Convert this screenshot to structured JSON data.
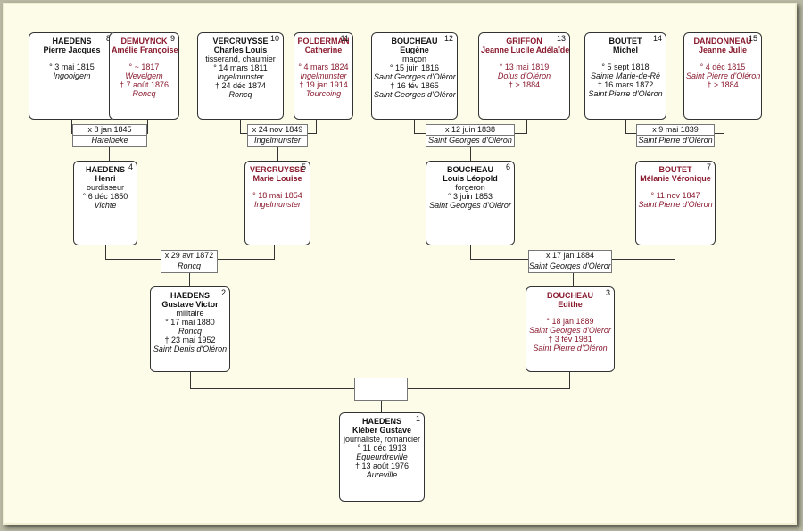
{
  "colors": {
    "male_text": "#111111",
    "female_text": "#8a1a2e",
    "line": "#333333",
    "background": "#fdfce8",
    "outer": "#b9b9a4"
  },
  "persons": {
    "p1": {
      "num": "1",
      "surname": "HAEDENS",
      "given": "Kléber Gustave",
      "occupation": "journaliste, romancier",
      "birth": "° 11 déc 1913",
      "birth_place": "Equeurdreville",
      "death": "† 13 août 1976",
      "death_place": "Aureville"
    },
    "p2": {
      "num": "2",
      "surname": "HAEDENS",
      "given": "Gustave Victor",
      "occupation": "militaire",
      "birth": "° 17 mai 1880",
      "birth_place": "Roncq",
      "death": "† 23 mai 1952",
      "death_place": "Saint Denis d'Oléron"
    },
    "p3": {
      "num": "3",
      "surname": "BOUCHEAU",
      "given": "Edithe",
      "birth": "° 18 jan 1889",
      "birth_place": "Saint Georges d'Oléror",
      "death": "† 3 fév 1981",
      "death_place": "Saint Pierre d'Oléron"
    },
    "p4": {
      "num": "4",
      "surname": "HAEDENS",
      "given": "Henri",
      "occupation": "ourdisseur",
      "birth": "° 6 déc 1850",
      "birth_place": "Vichte"
    },
    "p5": {
      "num": "5",
      "surname": "VERCRUYSSE",
      "given": "Marie Louise",
      "birth": "° 18 mai 1854",
      "birth_place": "Ingelmunster"
    },
    "p6": {
      "num": "6",
      "surname": "BOUCHEAU",
      "given": "Louis Léopold",
      "occupation": "forgeron",
      "birth": "° 3 juin 1853",
      "birth_place": "Saint Georges d'Oléror"
    },
    "p7": {
      "num": "7",
      "surname": "BOUTET",
      "given": "Mélanie Véronique",
      "birth": "° 11 nov 1847",
      "birth_place": "Saint Pierre d'Oléron"
    },
    "p8": {
      "num": "8",
      "surname": "HAEDENS",
      "given": "Pierre Jacques",
      "birth": "° 3 mai 1815",
      "birth_place": "Ingooigem"
    },
    "p9": {
      "num": "9",
      "surname": "DEMUYNCK",
      "given": "Amélie Françoise",
      "birth": "° ~ 1817",
      "birth_place": "Wevelgem",
      "death": "† 7 août 1876",
      "death_place": "Roncq"
    },
    "p10": {
      "num": "10",
      "surname": "VERCRUYSSE",
      "given": "Charles Louis",
      "occupation": "tisserand, chaumier",
      "birth": "° 14 mars 1811",
      "birth_place": "Ingelmunster",
      "death": "† 24 déc 1874",
      "death_place": "Roncq"
    },
    "p11": {
      "num": "11",
      "surname": "POLDERMAN",
      "given": "Catherine",
      "birth": "° 4 mars 1824",
      "birth_place": "Ingelmunster",
      "death": "† 19 jan 1914",
      "death_place": "Tourcoing"
    },
    "p12": {
      "num": "12",
      "surname": "BOUCHEAU",
      "given": "Eugène",
      "occupation": "maçon",
      "birth": "° 15 juin 1816",
      "birth_place": "Saint Georges d'Oléror",
      "death": "† 16 fév 1865",
      "death_place": "Saint Georges d'Oléror"
    },
    "p13": {
      "num": "13",
      "surname": "GRIFFON",
      "given": "Jeanne Lucile Adélaïde",
      "birth": "° 13 mai 1819",
      "birth_place": "Dolus d'Oléron",
      "death": "† > 1884"
    },
    "p14": {
      "num": "14",
      "surname": "BOUTET",
      "given": "Michel",
      "birth": "° 5 sept 1818",
      "birth_place": "Sainte Marie-de-Ré",
      "death": "† 16 mars 1872",
      "death_place": "Saint Pierre d'Oléron"
    },
    "p15": {
      "num": "15",
      "surname": "DANDONNEAU",
      "given": "Jeanne Julie",
      "birth": "° 4 déc 1815",
      "birth_place": "Saint Pierre d'Oléron",
      "death": "† > 1884"
    }
  },
  "marriages": {
    "m8": {
      "date": "x 8 jan 1845",
      "place": "Harelbeke"
    },
    "m10": {
      "date": "x 24 nov 1849",
      "place": "Ingelmunster"
    },
    "m12": {
      "date": "x 12 juin 1838",
      "place": "Saint Georges d'Oléron"
    },
    "m14": {
      "date": "x 9 mai 1839",
      "place": "Saint Pierre d'Oléron"
    },
    "m4": {
      "date": "x 29 avr 1872",
      "place": "Roncq"
    },
    "m6": {
      "date": "x 17 jan 1884",
      "place": "Saint Georges d'Oléron"
    }
  }
}
